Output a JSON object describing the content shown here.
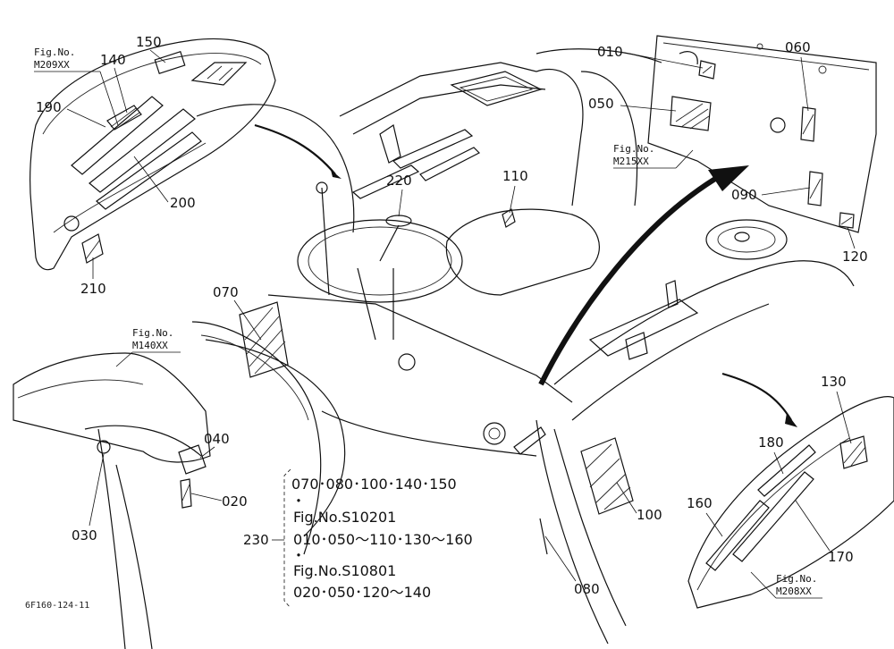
{
  "colors": {
    "ink": "#111111",
    "paper": "#ffffff"
  },
  "fig_refs": {
    "m209_label": "Fig.No.",
    "m209_code": "M209XX",
    "m215_label": "Fig.No.",
    "m215_code": "M215XX",
    "m140_label": "Fig.No.",
    "m140_code": "M140XX",
    "m208_label": "Fig.No.",
    "m208_code": "M208XX"
  },
  "callouts": {
    "c010": "010",
    "c020": "020",
    "c030": "030",
    "c040": "040",
    "c050": "050",
    "c060": "060",
    "c070": "070",
    "c080": "080",
    "c090": "090",
    "c100": "100",
    "c110": "110",
    "c120": "120",
    "c130": "130",
    "c140": "140",
    "c150": "150",
    "c160": "160",
    "c170": "170",
    "c180": "180",
    "c190": "190",
    "c200": "200",
    "c210": "210",
    "c220": "220",
    "c230": "230"
  },
  "assembly_note": {
    "line1": "070･080･100･140･150",
    "dot1": "・",
    "line2": "Fig.No.S10201",
    "line3": "010･050～110･130～160",
    "dot2": "・",
    "line4": "Fig.No.S10801",
    "line5": "020･050･120～140"
  },
  "drawing_code": "6F160-124-11",
  "icons": [
    "steering-wheel-icon",
    "dashboard-panel-icon",
    "fender-icon",
    "seat-icon"
  ]
}
